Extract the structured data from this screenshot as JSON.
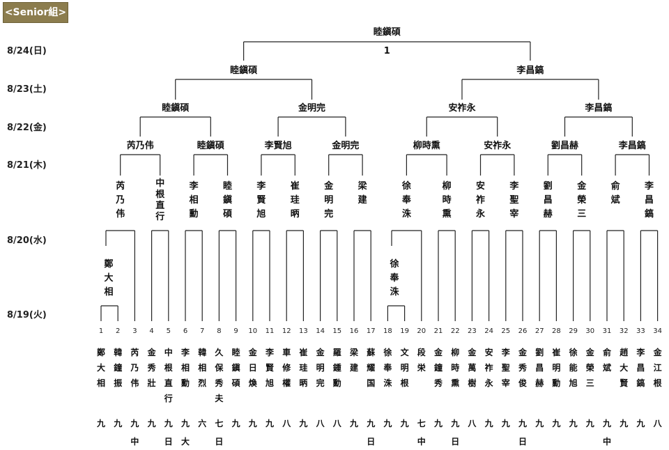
{
  "division_label": "<Senior組>",
  "dates": [
    {
      "label": "8/24(日)"
    },
    {
      "label": "8/23(土)"
    },
    {
      "label": "8/22(金)"
    },
    {
      "label": "8/21(木)"
    },
    {
      "label": "8/20(水)"
    },
    {
      "label": "8/19(火)"
    }
  ],
  "champion": "睦鎭碩",
  "final_number": "1",
  "players": [
    {
      "num": "1",
      "name": "鄭大相",
      "grade": [
        "九"
      ]
    },
    {
      "num": "2",
      "name": "韓鐘振",
      "grade": [
        "九"
      ]
    },
    {
      "num": "3",
      "name": "芮乃伟",
      "grade": [
        "九",
        "中"
      ]
    },
    {
      "num": "4",
      "name": "金秀壯",
      "grade": [
        "九"
      ]
    },
    {
      "num": "5",
      "name": "中根直行",
      "grade": [
        "九",
        "日"
      ]
    },
    {
      "num": "6",
      "name": "李相勳",
      "grade": [
        "九",
        "大"
      ]
    },
    {
      "num": "7",
      "name": "韓相烈",
      "grade": [
        "六"
      ]
    },
    {
      "num": "8",
      "name": "久保秀夫",
      "grade": [
        "七",
        "日"
      ]
    },
    {
      "num": "9",
      "name": "睦鎭碩",
      "grade": [
        "九"
      ]
    },
    {
      "num": "10",
      "name": "金日煥",
      "grade": [
        "九"
      ]
    },
    {
      "num": "11",
      "name": "李賢旭",
      "grade": [
        "九"
      ]
    },
    {
      "num": "12",
      "name": "車修權",
      "grade": [
        "八"
      ]
    },
    {
      "num": "13",
      "name": "崔珪昞",
      "grade": [
        "九"
      ]
    },
    {
      "num": "14",
      "name": "金明完",
      "grade": [
        "八"
      ]
    },
    {
      "num": "15",
      "name": "羅鍾勳",
      "grade": [
        "八"
      ]
    },
    {
      "num": "16",
      "name": "梁建",
      "grade": [
        "九"
      ]
    },
    {
      "num": "17",
      "name": "蘇耀国",
      "grade": [
        "九",
        "日"
      ]
    },
    {
      "num": "18",
      "name": "徐奉洙",
      "grade": [
        "九"
      ]
    },
    {
      "num": "19",
      "name": "文明根",
      "grade": [
        "九"
      ]
    },
    {
      "num": "20",
      "name": "段栄",
      "grade": [
        "七",
        "中"
      ]
    },
    {
      "num": "21",
      "name": "金鐘秀",
      "grade": [
        "九"
      ]
    },
    {
      "num": "22",
      "name": "柳時熏",
      "grade": [
        "九",
        "日"
      ]
    },
    {
      "num": "23",
      "name": "金萬樹",
      "grade": [
        "八"
      ]
    },
    {
      "num": "24",
      "name": "安祚永",
      "grade": [
        "九"
      ]
    },
    {
      "num": "25",
      "name": "李聖宰",
      "grade": [
        "九"
      ]
    },
    {
      "num": "26",
      "name": "金秀俊",
      "grade": [
        "九",
        "日"
      ]
    },
    {
      "num": "27",
      "name": "劉昌赫",
      "grade": [
        "九"
      ]
    },
    {
      "num": "28",
      "name": "崔明勳",
      "grade": [
        "九"
      ]
    },
    {
      "num": "29",
      "name": "徐能旭",
      "grade": [
        "九"
      ]
    },
    {
      "num": "30",
      "name": "金榮三",
      "grade": [
        "九"
      ]
    },
    {
      "num": "31",
      "name": "俞斌",
      "grade": [
        "九",
        "中"
      ]
    },
    {
      "num": "32",
      "name": "趙大賢",
      "grade": [
        "九"
      ]
    },
    {
      "num": "33",
      "name": "李昌鎬",
      "grade": [
        "九"
      ]
    },
    {
      "num": "34",
      "name": "金江根",
      "grade": [
        "八"
      ]
    }
  ],
  "prelim_winners": [
    {
      "slot": "1-2",
      "name": "鄭大相"
    },
    {
      "slot": "18-19",
      "name": "徐奉洙"
    }
  ],
  "round_20_winners": [
    "芮乃伟",
    "中根直行",
    "李相勳",
    "睦鎭碩",
    "李賢旭",
    "崔珪昞",
    "金明完",
    "梁建",
    "徐奉洙",
    "柳時熏",
    "安祚永",
    "李聖宰",
    "劉昌赫",
    "金榮三",
    "俞斌",
    "李昌鎬"
  ],
  "round_21_winners": [
    "芮乃伟",
    "睦鎭碩",
    "李賢旭",
    "金明完",
    "柳時熏",
    "安祚永",
    "劉昌赫",
    "李昌鎬"
  ],
  "round_22_winners": [
    "睦鎭碩",
    "金明完",
    "安祚永",
    "李昌鎬"
  ],
  "round_23_winners": [
    "睦鎭碩",
    "李昌鎬"
  ]
}
